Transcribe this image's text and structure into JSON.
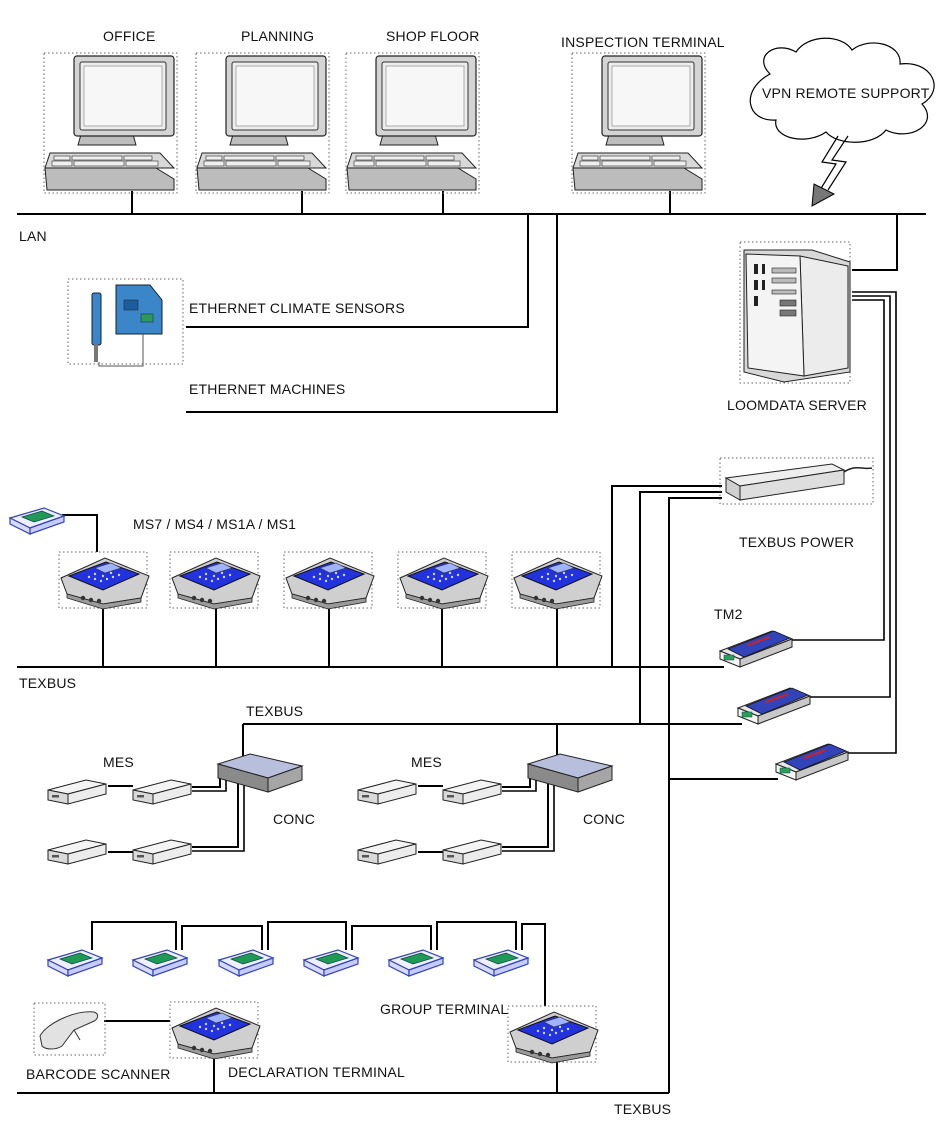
{
  "labels": {
    "office": "OFFICE",
    "planning": "PLANNING",
    "shop_floor": "SHOP FLOOR",
    "inspection_terminal": "INSPECTION TERMINAL",
    "vpn": "VPN REMOTE SUPPORT",
    "lan": "LAN",
    "ethernet_climate_sensors": "ETHERNET CLIMATE SENSORS",
    "ethernet_machines": "ETHERNET MACHINES",
    "loomdata_server": "LOOMDATA SERVER",
    "texbus_power": "TEXBUS POWER",
    "ms_terminals": "MS7 / MS4 / MS1A / MS1",
    "tm2": "TM2",
    "texbus_1": "TEXBUS",
    "texbus_2": "TEXBUS",
    "texbus_3": "TEXBUS",
    "mes_1": "MES",
    "mes_2": "MES",
    "conc_1": "CONC",
    "conc_2": "CONC",
    "group_terminal": "GROUP TERMINAL",
    "barcode_scanner": "BARCODE SCANNER",
    "declaration_terminal": "DECLARATION TERMINAL"
  },
  "colors": {
    "line": "#000000",
    "terminal_screen": "#2233dd",
    "terminal_body": "#cfcfcf",
    "conc_top": "#b8bfdc",
    "module_blue": "#3344bb",
    "sensor_board": "#3a86c8"
  },
  "icons": {
    "workstation": "desktop-computer-icon",
    "server": "tower-server-icon",
    "terminal": "ms-terminal-icon",
    "power_supply": "power-supply-icon",
    "tm2_module": "tm2-module-icon",
    "mes_module": "mes-module-icon",
    "concentrator": "concentrator-icon",
    "tray": "tray-module-icon",
    "barcode": "barcode-scanner-icon",
    "cloud": "cloud-icon",
    "sensor": "climate-sensor-icon"
  }
}
